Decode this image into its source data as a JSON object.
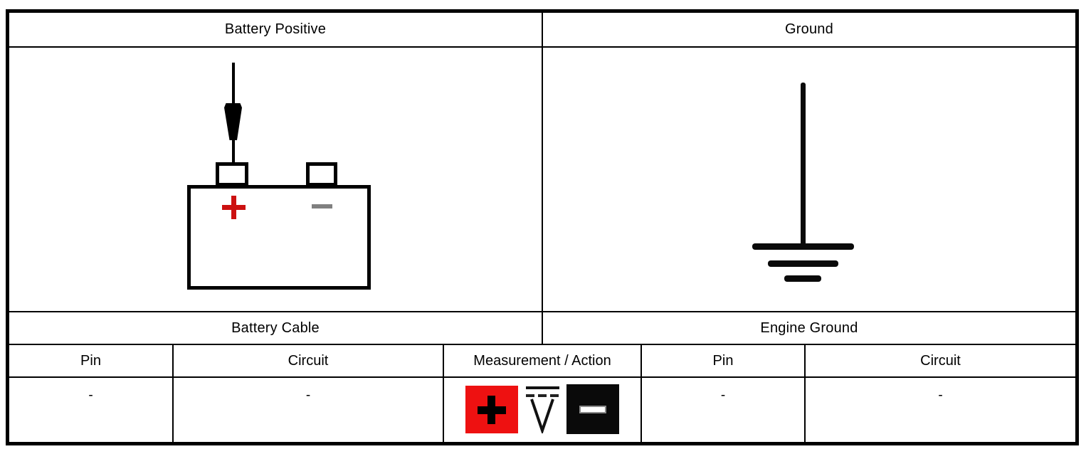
{
  "left_panel": {
    "title": "Battery Positive",
    "connector_label": "Battery Cable",
    "symbol": "battery-with-probe-on-positive-terminal",
    "headers": {
      "pin": "Pin",
      "circuit": "Circuit"
    },
    "values": {
      "pin": "-",
      "circuit": "-"
    }
  },
  "right_panel": {
    "title": "Ground",
    "connector_label": "Engine Ground",
    "symbol": "chassis-ground",
    "headers": {
      "pin": "Pin",
      "circuit": "Circuit"
    },
    "values": {
      "pin": "-",
      "circuit": "-"
    }
  },
  "measurement": {
    "header": "Measurement / Action",
    "icons": [
      {
        "name": "positive-probe-icon",
        "glyph": "plus",
        "background": "#ee1111",
        "foreground": "#000000"
      },
      {
        "name": "dc-voltage-icon",
        "glyph": "V",
        "label": "V",
        "background": "#ffffff",
        "foreground": "#000000"
      },
      {
        "name": "negative-probe-icon",
        "glyph": "minus",
        "background": "#000000",
        "foreground": "#ffffff"
      }
    ]
  },
  "colors": {
    "table_border": "#000000",
    "background": "#ffffff",
    "battery_plus": "#cc1111",
    "battery_minus": "#808080",
    "probe_red": "#ee1111"
  }
}
